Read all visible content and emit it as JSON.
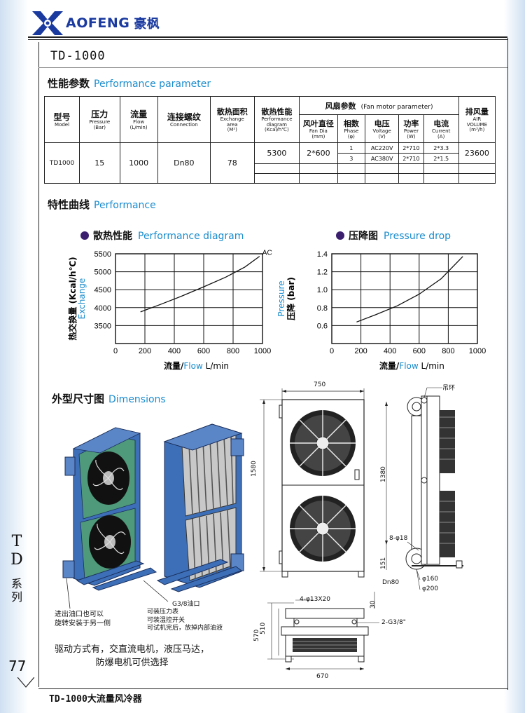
{
  "brand": {
    "logo_text": "AOFENG",
    "logo_cn": "豪枫"
  },
  "model_title": "TD-1000",
  "sections": {
    "performance_parameter": {
      "cn": "性能参数",
      "en": "Performance parameter"
    },
    "performance": {
      "cn": "特性曲线",
      "en": "Performance"
    },
    "dimensions": {
      "cn": "外型尺寸图",
      "en": "Dimensions"
    }
  },
  "table": {
    "headers": {
      "model": {
        "cn": "型号",
        "en": "Model"
      },
      "pressure": {
        "cn": "压力",
        "en": "Pressure",
        "unit": "(Bar)"
      },
      "flow": {
        "cn": "流量",
        "en": "Flow",
        "unit": "(L/min)"
      },
      "connection": {
        "cn": "连接螺纹",
        "en": "Connection"
      },
      "exchange_area": {
        "cn": "散热面积",
        "en": "Exchange",
        "en2": "area",
        "unit": "(M²)"
      },
      "performance": {
        "cn": "散热性能",
        "en": "Performance",
        "en2": "diagram",
        "unit": "(Kcal/h℃)"
      },
      "fan_group": {
        "cn": "风扇参数",
        "en": "(Fan motor parameter)"
      },
      "fan_dia": {
        "cn": "风叶直径",
        "en": "Fan Dia",
        "unit": "(mm)"
      },
      "phase": {
        "cn": "相数",
        "en": "Phase",
        "unit": "(φ)"
      },
      "voltage": {
        "cn": "电压",
        "en": "Voltage",
        "unit": "(V)"
      },
      "power": {
        "cn": "功率",
        "en": "Power",
        "unit": "(W)"
      },
      "current": {
        "cn": "电流",
        "en": "Current",
        "unit": "(A)"
      },
      "air_volume": {
        "cn": "排风量",
        "en": "AIR",
        "en2": "VOLUME",
        "unit": "(m³/h)"
      }
    },
    "row": {
      "model": "TD1000",
      "pressure": "15",
      "flow": "1000",
      "connection": "Dn80",
      "exchange_area": "78",
      "performance": "5300",
      "fan_dia": "2*600",
      "air_volume": "23600",
      "sub_rows": [
        {
          "phase": "1",
          "voltage": "AC220V",
          "power": "2*710",
          "current": "2*3.3"
        },
        {
          "phase": "3",
          "voltage": "AC380V",
          "power": "2*710",
          "current": "2*1.5"
        }
      ]
    }
  },
  "chart_data": [
    {
      "type": "line",
      "title": "散热性能 Performance diagram",
      "title_cn": "散热性能",
      "title_en": "Performance diagram",
      "ylabel_cn": "热交换量 (Kcal/h℃)",
      "ylabel_en": "Exchange",
      "xlabel_cn": "流量/",
      "xlabel_en": "Flow",
      "xunit": "L/min",
      "xlim": [
        0,
        1000
      ],
      "ylim": [
        3000,
        5500
      ],
      "xticks": [
        "0",
        "200",
        "400",
        "600",
        "800",
        "1000"
      ],
      "yticks": [
        "3500",
        "4000",
        "4500",
        "5000",
        "5500"
      ],
      "grid": true,
      "series": [
        {
          "name": "AC",
          "x": [
            170,
            300,
            450,
            600,
            750,
            880,
            980
          ],
          "y": [
            3880,
            4080,
            4320,
            4580,
            4850,
            5130,
            5430
          ]
        }
      ]
    },
    {
      "type": "line",
      "title": "压降图 Pressure drop",
      "title_cn": "压降图",
      "title_en": "Pressure drop",
      "ylabel_cn": "压降 (bar)",
      "ylabel_en": "Pressure",
      "xlabel_cn": "流量/",
      "xlabel_en": "Flow",
      "xunit": "L/min",
      "xlim": [
        0,
        1000
      ],
      "ylim": [
        0.4,
        1.4
      ],
      "xticks": [
        "0",
        "200",
        "400",
        "600",
        "800",
        "1000"
      ],
      "yticks": [
        "0.6",
        "0.8",
        "1.0",
        "1.2",
        "1.4"
      ],
      "grid": true,
      "series": [
        {
          "name": "",
          "x": [
            170,
            300,
            450,
            600,
            750,
            900
          ],
          "y": [
            0.64,
            0.72,
            0.82,
            0.95,
            1.12,
            1.37
          ]
        }
      ]
    }
  ],
  "dimension_labels": {
    "width_750": "750",
    "height_1580": "1580",
    "height_1380": "1380",
    "height_151": "151",
    "lifting_ring": "吊环",
    "bolt_hole": "8-φ18",
    "dn80": "Dn80",
    "dia_160": "φ160",
    "dia_200": "φ200",
    "holes": "4-φ13X20",
    "dim_30": "30",
    "dim_570": "570",
    "dim_510": "510",
    "g38": "2-G3/8\"",
    "dim_670": "670"
  },
  "notes": {
    "inlet_rotate": [
      "进出油口也可以",
      "旋转安装于另一侧"
    ],
    "g38_port": [
      "G3/8油口",
      "可装压力表",
      "可装温控开关",
      "可试机完后，放掉内部油液"
    ],
    "drive": [
      "驱动方式有，交直流电机，液压马达，",
      "防爆电机可供选择"
    ]
  },
  "side": {
    "series_letters": [
      "T",
      "D"
    ],
    "series_cn": [
      "系",
      "列"
    ],
    "page_number": "77"
  },
  "footer": "TD-1000大流量风冷器",
  "colors": {
    "accent": "#1a8ccd",
    "brand": "#1a3aa0",
    "bullet": "#3b1f6e",
    "cooler_body": "#3d6fb8",
    "cooler_core": "#4e9a7a"
  }
}
